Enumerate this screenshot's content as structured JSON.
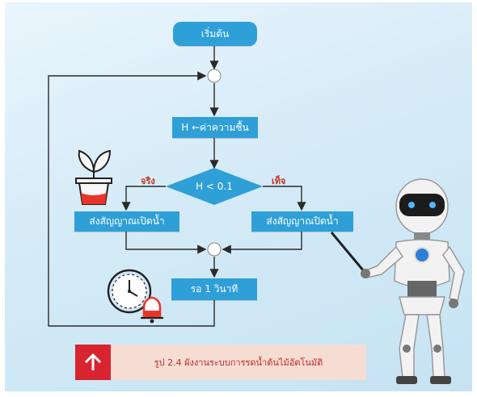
{
  "flowchart": {
    "start": "เริ่มต้น",
    "measure": "H ←ค่าความชื้น",
    "decision": "H < 0.1",
    "yes_label": "จริง",
    "no_label": "เท็จ",
    "action_yes": "ส่งสัญญาณเปิดน้ำ",
    "action_no": "ส่งสัญญาณปิดน้ำ",
    "wait": "รอ 1 วินาที"
  },
  "caption": {
    "text": "รูป 2.4 ผังงานระบบการรดน้ำต้นไม้อัตโนมัติ"
  },
  "icons": [
    "plant-pot-icon",
    "clock-bell-icon",
    "robot-illustration",
    "up-arrow-icon"
  ],
  "colors": {
    "node": "#2f9fd8",
    "line": "#2a2a2a",
    "branch_label": "#c8331f",
    "caption_bg": "#f6ddd3",
    "caption_accent": "#d8242f"
  }
}
